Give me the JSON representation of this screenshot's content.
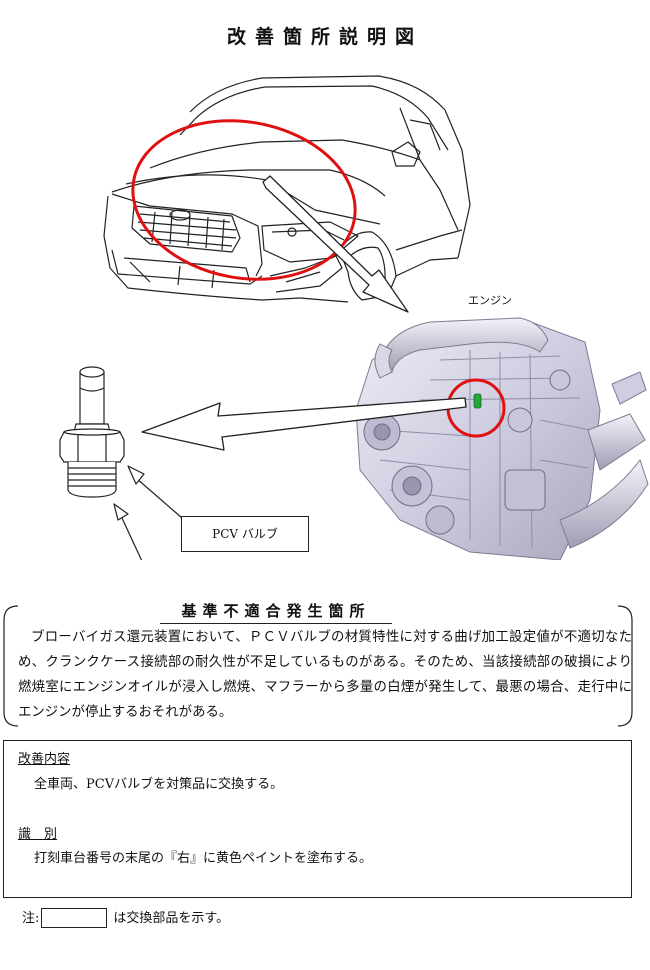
{
  "title": "改善箇所説明図",
  "labels": {
    "engine": "エンジン",
    "pcv_valve": "PCV バルブ"
  },
  "noncompliance": {
    "heading": "基準不適合発生箇所",
    "body": "ブローバイガス還元装置において、ＰＣＶバルブの材質特性に対する曲げ加工設定値が不適切なため、クランクケース接続部の耐久性が不足しているものがある。そのため、当該接続部の破損により燃焼室にエンジンオイルが浸入し燃焼、マフラーから多量の白煙が発生して、最悪の場合、走行中にエンジンが停止するおそれがある。"
  },
  "improvement": {
    "heading": "改善内容",
    "text": "全車両、PCVバルブを対策品に交換する。"
  },
  "identification": {
    "heading": "識　別",
    "text": "打刻車台番号の末尾の『右』に黄色ペイントを塗布する。"
  },
  "note": {
    "prefix": "注:",
    "suffix": "は交換部品を示す。"
  },
  "colors": {
    "highlight_circle": "#e01010",
    "engine_body": "#d6d4e6",
    "pcv_part_highlight": "#22a83a"
  }
}
